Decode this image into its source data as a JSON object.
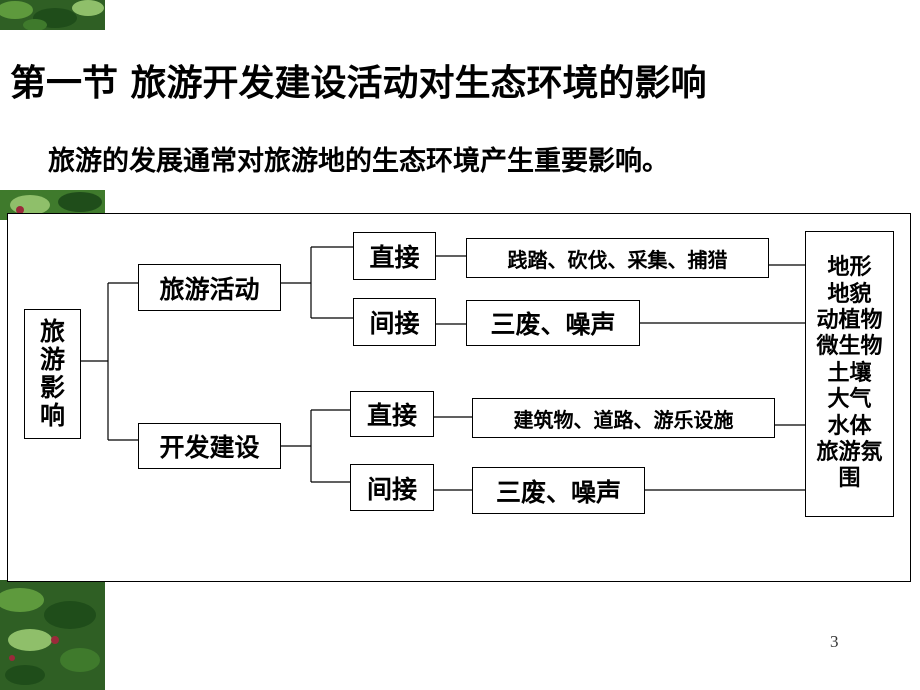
{
  "slide": {
    "title": "第一节  旅游开发建设活动对生态环境的影响",
    "subtitle": "旅游的发展通常对旅游地的生态环境产生重要影响。",
    "page_number": "3"
  },
  "diagram": {
    "root": [
      "旅",
      "游",
      "影",
      "响"
    ],
    "branch_1": {
      "label": "旅游活动",
      "direct": {
        "label": "直接",
        "effect": "践踏、砍伐、采集、捕猎"
      },
      "indirect": {
        "label": "间接",
        "effect": "三废、噪声"
      }
    },
    "branch_2": {
      "label": "开发建设",
      "direct": {
        "label": "直接",
        "effect": "建筑物、道路、游乐设施"
      },
      "indirect": {
        "label": "间接",
        "effect": "三废、噪声"
      }
    },
    "targets": [
      "地形",
      "地貌",
      "动植物",
      "微生物",
      "土壤",
      "大气",
      "水体",
      "旅游氛",
      "围"
    ]
  },
  "colors": {
    "leaf_dark": "#1f4d1a",
    "leaf_mid": "#3f7a2c",
    "leaf_light": "#8fbf6a",
    "berry": "#9a2a3a"
  }
}
